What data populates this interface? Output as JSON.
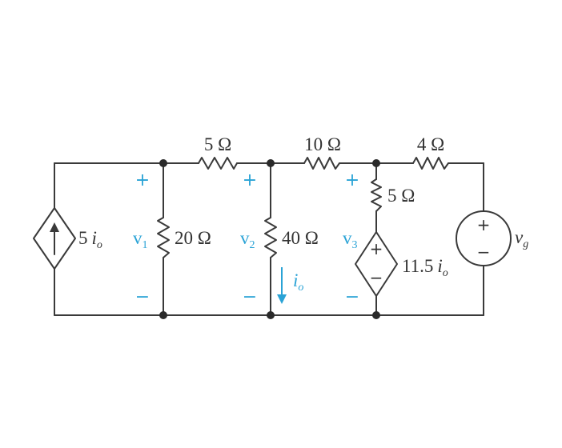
{
  "resistors": {
    "r_top_1": "5 Ω",
    "r_top_2": "10 Ω",
    "r_top_3": "4 Ω",
    "r_shunt_1": "20 Ω",
    "r_shunt_2": "40 Ω",
    "r_series_3": "5 Ω"
  },
  "sources": {
    "dep_current_coef": "5",
    "dep_voltage_coef": "11.5",
    "control_var": "i",
    "control_sub": "o",
    "indep_voltage_var": "v",
    "indep_voltage_sub": "g"
  },
  "node_voltages": [
    {
      "var": "v",
      "sub": "1"
    },
    {
      "var": "v",
      "sub": "2"
    },
    {
      "var": "v",
      "sub": "3"
    }
  ],
  "current_label": {
    "var": "i",
    "sub": "o"
  },
  "polarity": {
    "plus": "+",
    "minus": "−"
  },
  "colors": {
    "wire": "#3a3a3a",
    "accent": "#2aa3d6",
    "text": "#333333"
  }
}
